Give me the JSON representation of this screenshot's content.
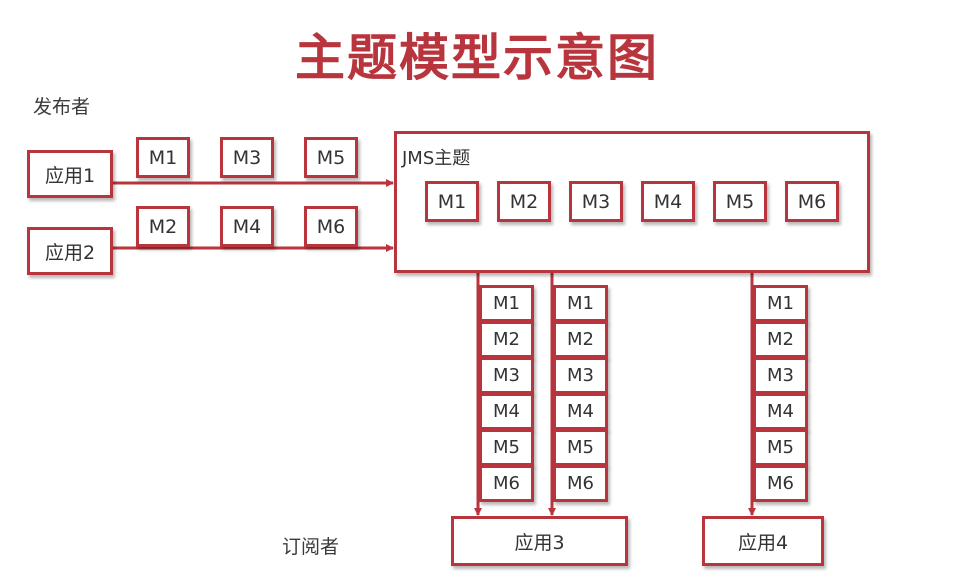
{
  "title": "主题模型示意图",
  "labels": {
    "publisher": "发布者",
    "subscriber": "订阅者"
  },
  "topic": {
    "label": "JMS主题",
    "messages": [
      "M1",
      "M2",
      "M3",
      "M4",
      "M5",
      "M6"
    ]
  },
  "publishers": [
    {
      "name": "应用1",
      "messages": [
        "M1",
        "M3",
        "M5"
      ]
    },
    {
      "name": "应用2",
      "messages": [
        "M2",
        "M4",
        "M6"
      ]
    }
  ],
  "subscribers": [
    {
      "name": "应用3"
    },
    {
      "name": "应用4"
    }
  ],
  "queues": [
    [
      "M1",
      "M2",
      "M3",
      "M4",
      "M5",
      "M6"
    ],
    [
      "M1",
      "M2",
      "M3",
      "M4",
      "M5",
      "M6"
    ],
    [
      "M1",
      "M2",
      "M3",
      "M4",
      "M5",
      "M6"
    ]
  ],
  "colors": {
    "accent": "#b8353d",
    "text": "#333333"
  }
}
